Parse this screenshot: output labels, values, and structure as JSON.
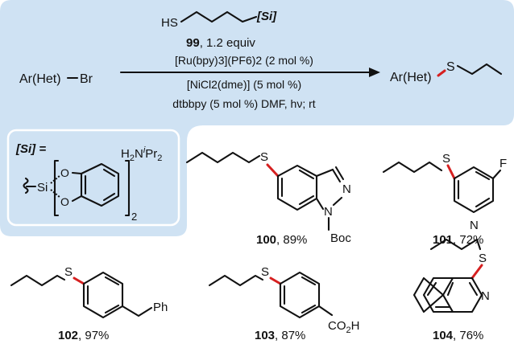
{
  "reaction": {
    "reactant": "Ar(Het)",
    "leaving_group": "Br",
    "reagent_hs": "HS",
    "reagent_si": "[Si]",
    "reagent_number": "99",
    "reagent_equiv": ", 1.2 equiv",
    "photocatalyst": "[Ru(bpy)3](PF6)2 (2 mol %)",
    "nickel": "[NiCl2(dme)] (5 mol %)",
    "ligand_conditions": "dtbbpy (5 mol %) DMF, hν; rt",
    "product_arhet": "Ar(Het)",
    "product_s": "S"
  },
  "si_definition": {
    "label": "[Si] =",
    "amine": "H2NiPr2",
    "si": "Si",
    "oxygen": "O",
    "subscript": "2"
  },
  "products": [
    {
      "number": "100",
      "yield": ", 89%",
      "atoms": [
        "S",
        "N",
        "N",
        "Boc"
      ]
    },
    {
      "number": "101",
      "yield": ", 72%",
      "atoms": [
        "S",
        "F",
        "N"
      ]
    },
    {
      "number": "102",
      "yield": ", 97%",
      "atoms": [
        "S",
        "Ph"
      ]
    },
    {
      "number": "103",
      "yield": ", 87%",
      "atoms": [
        "S",
        "CO2H"
      ]
    },
    {
      "number": "104",
      "yield": ", 76%",
      "atoms": [
        "S",
        "N"
      ]
    }
  ],
  "colors": {
    "panel": "#cfe2f3",
    "panel_edge": "#b9d3ea",
    "highlight_bond": "#d62020"
  }
}
